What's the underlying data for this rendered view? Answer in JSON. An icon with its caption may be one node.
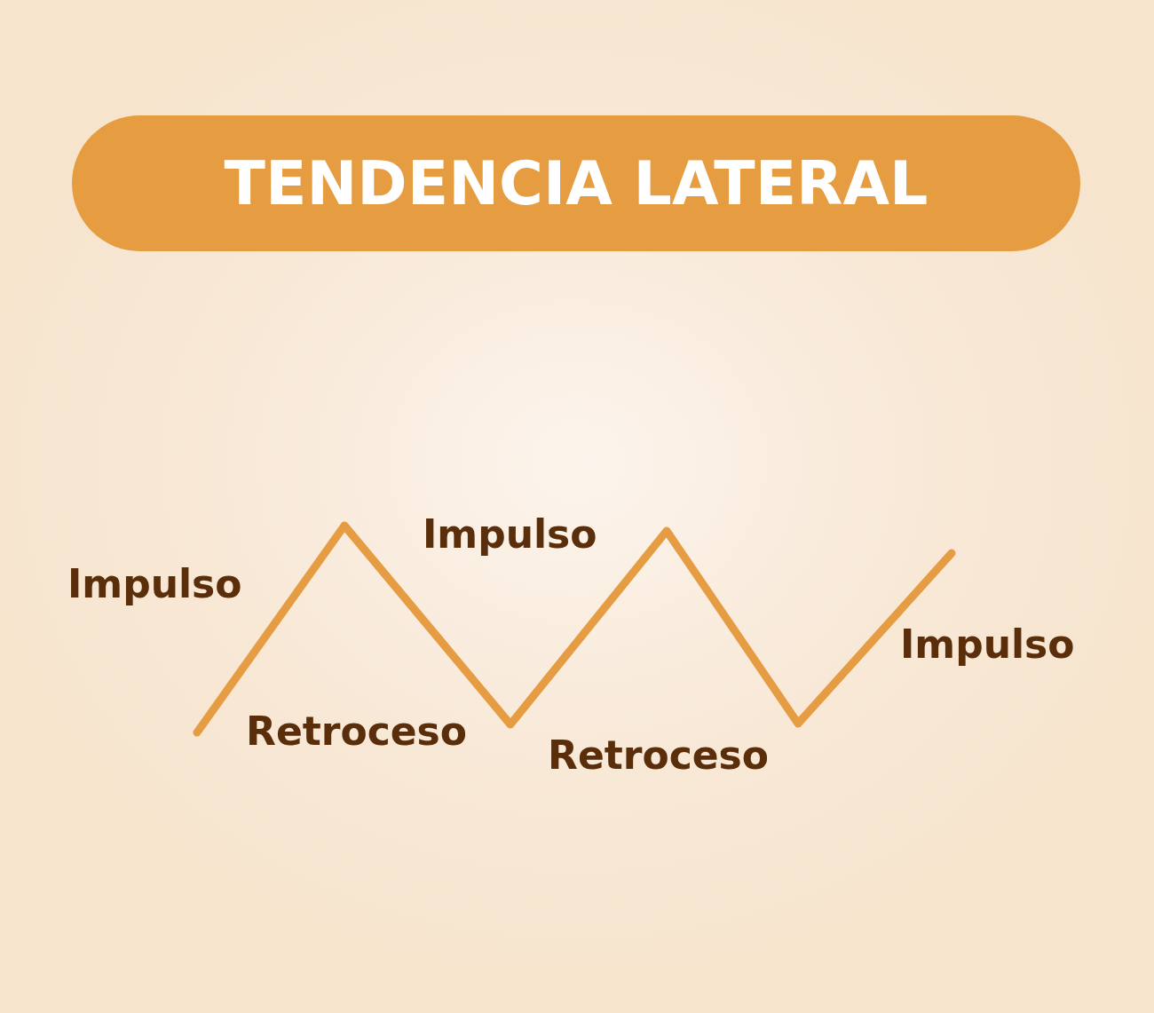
{
  "diagram": {
    "title": "TENDENCIA LATERAL",
    "labels": [
      "Impulso",
      "Retroceso",
      "Impulso",
      "Retroceso",
      "Impulso"
    ]
  }
}
